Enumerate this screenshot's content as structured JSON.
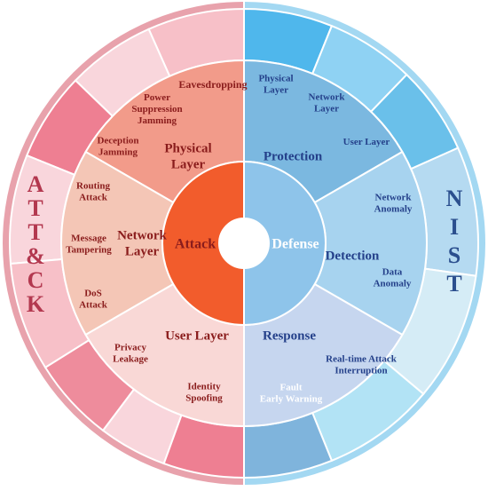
{
  "outer_left": {
    "letters": [
      "A",
      "T",
      "T",
      "&",
      "C",
      "K"
    ],
    "color": "#b3384f",
    "fill": "#e8a2ac"
  },
  "outer_right": {
    "letters": [
      "N",
      "I",
      "S",
      "T"
    ],
    "color": "#2b4f8e",
    "fill": "#a3d8f2"
  },
  "core": {
    "left": {
      "label": "Attack",
      "fill": "#f25c2c",
      "color": "#8a1c1c"
    },
    "right": {
      "label": "Defense",
      "fill": "#8ec4ea",
      "color": "#ffffff"
    }
  },
  "middle": [
    {
      "label": "Physical Layer",
      "lines": [
        "Physical",
        "Layer"
      ],
      "fill": "#f29b8a",
      "color": "#8a1c1c"
    },
    {
      "label": "Network Layer",
      "lines": [
        "Network",
        "Layer"
      ],
      "fill": "#f4c6b6",
      "color": "#8a1c1c"
    },
    {
      "label": "User Layer",
      "lines": [
        "User Layer"
      ],
      "fill": "#f9d8d6",
      "color": "#8a1c1c"
    },
    {
      "label": "Protection",
      "lines": [
        "Protection"
      ],
      "fill": "#7bb8e0",
      "color": "#24408a"
    },
    {
      "label": "Detection",
      "lines": [
        "Detection"
      ],
      "fill": "#a7d3ef",
      "color": "#24408a"
    },
    {
      "label": "Response",
      "lines": [
        "Response"
      ],
      "fill": "#c6d6ef",
      "color": "#24408a"
    }
  ],
  "outer_segments": [
    {
      "lines": [
        "Eavesdropping"
      ],
      "fill": "#f7c0c8",
      "color": "#8a1c1c"
    },
    {
      "lines": [
        "Power",
        "Suppression",
        "Jamming"
      ],
      "fill": "#f9d6dc",
      "color": "#8a1c1c"
    },
    {
      "lines": [
        "Deception",
        "Jamming"
      ],
      "fill": "#ee7f92",
      "color": "#8a1c1c"
    },
    {
      "lines": [
        "Routing",
        "Attack"
      ],
      "fill": "#f9d6dc",
      "color": "#8a1c1c"
    },
    {
      "lines": [
        "Message",
        "Tampering"
      ],
      "fill": "#f7c0c8",
      "color": "#8a1c1c"
    },
    {
      "lines": [
        "DoS",
        "Attack"
      ],
      "fill": "#ee8c9c",
      "color": "#8a1c1c"
    },
    {
      "lines": [
        "Privacy",
        "Leakage"
      ],
      "fill": "#f9d6dc",
      "color": "#8a1c1c"
    },
    {
      "lines": [
        "Identity",
        "Spoofing"
      ],
      "fill": "#ee7f92",
      "color": "#8a1c1c"
    },
    {
      "lines": [
        "Physical",
        "Layer"
      ],
      "fill": "#4fb7ec",
      "color": "#24408a"
    },
    {
      "lines": [
        "Network",
        "Layer"
      ],
      "fill": "#8fd2f3",
      "color": "#24408a"
    },
    {
      "lines": [
        "User Layer"
      ],
      "fill": "#6ac0ea",
      "color": "#24408a"
    },
    {
      "lines": [
        "Network",
        "Anomaly"
      ],
      "fill": "#b5daf1",
      "color": "#24408a"
    },
    {
      "lines": [
        "Data",
        "Anomaly"
      ],
      "fill": "#d5ecf6",
      "color": "#24408a"
    },
    {
      "lines": [
        "Real-time Attack",
        "Interruption"
      ],
      "fill": "#b2e3f5",
      "color": "#24408a"
    },
    {
      "lines": [
        "Fault",
        "Early Warning"
      ],
      "fill": "#7fb4dc",
      "color": "#ffffff"
    }
  ]
}
